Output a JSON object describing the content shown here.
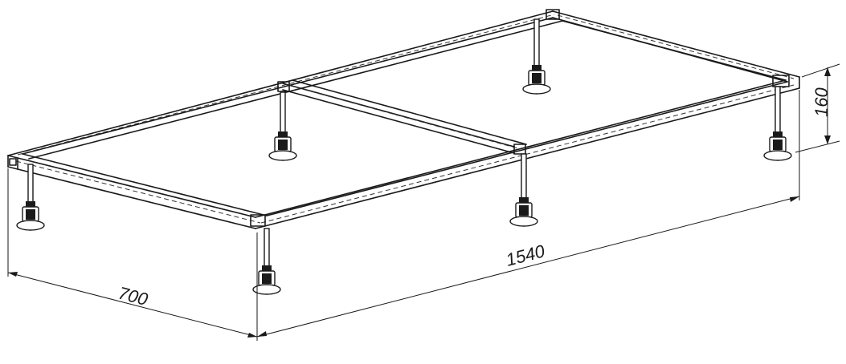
{
  "drawing": {
    "dimensions": {
      "width": "700",
      "length": "1540",
      "height": "160"
    }
  }
}
